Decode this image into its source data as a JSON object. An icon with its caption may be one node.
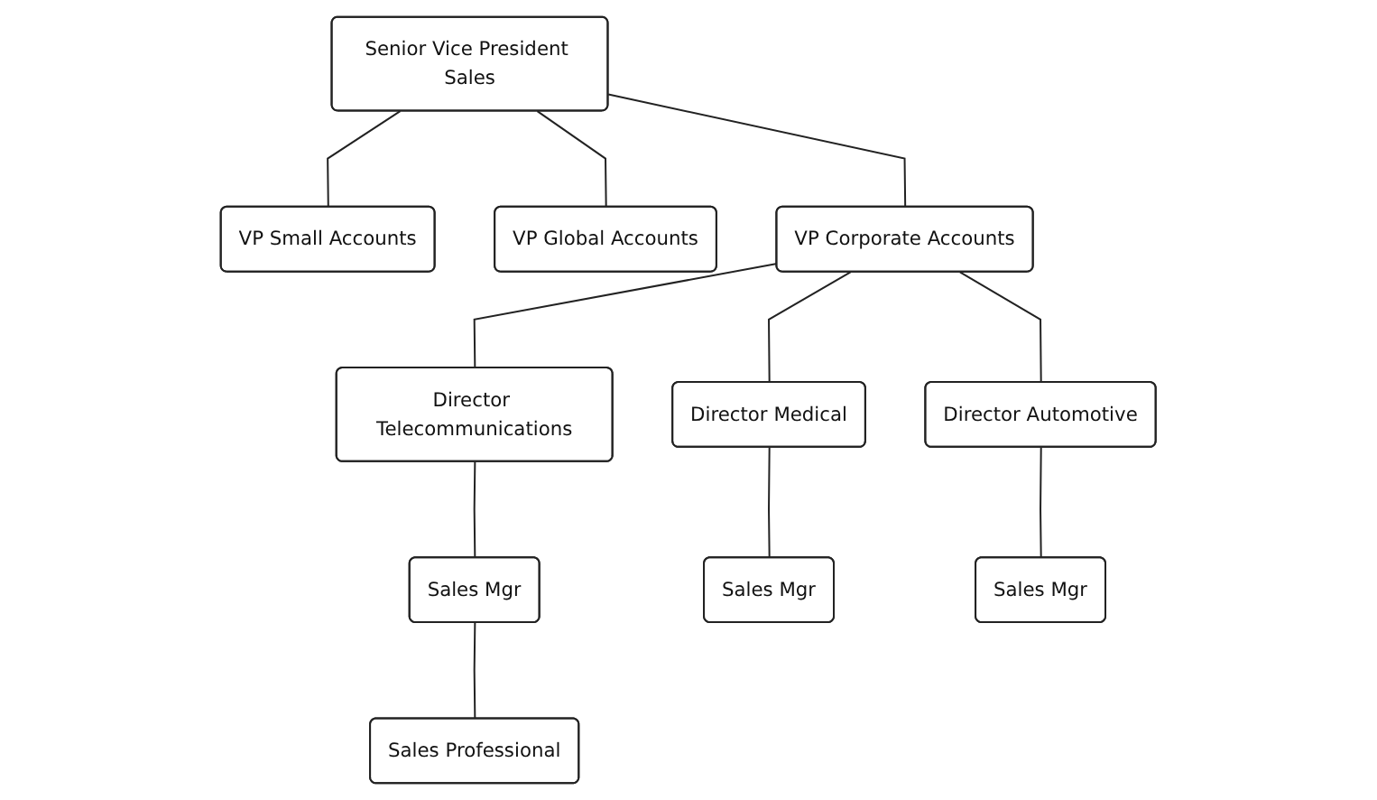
{
  "diagram": {
    "nodes": [
      {
        "text": [
          "Senior Vice President Sales"
        ]
      },
      {
        "text": [
          "VP Small Accounts"
        ]
      },
      {
        "text": [
          "VP Global Accounts"
        ]
      },
      {
        "text": [
          "VP Corporate Accounts"
        ]
      },
      {
        "text": [
          "Director Telecommunications"
        ]
      },
      {
        "text": [
          "Director Medical"
        ]
      },
      {
        "text": [
          "Director Automotive"
        ]
      },
      {
        "text": [
          "Sales Mgr"
        ]
      },
      {
        "text": [
          "Sales Mgr"
        ]
      },
      {
        "text": [
          "Sales Mgr"
        ]
      },
      {
        "text": [
          "Sales Professional"
        ]
      }
    ],
    "edges": [
      {
        "from": 0,
        "to": 1,
        "arrow": "none"
      },
      {
        "from": 0,
        "to": 2,
        "arrow": "none"
      },
      {
        "from": 0,
        "to": 3,
        "arrow": "none"
      },
      {
        "from": 3,
        "to": 4,
        "arrow": "none"
      },
      {
        "from": 3,
        "to": 5,
        "arrow": "none"
      },
      {
        "from": 3,
        "to": 6,
        "arrow": "none"
      },
      {
        "from": 4,
        "to": 7,
        "arrow": "none"
      },
      {
        "from": 5,
        "to": 8,
        "arrow": "none"
      },
      {
        "from": 6,
        "to": 9,
        "arrow": "none"
      },
      {
        "from": 7,
        "to": 10,
        "arrow": "none"
      }
    ]
  }
}
